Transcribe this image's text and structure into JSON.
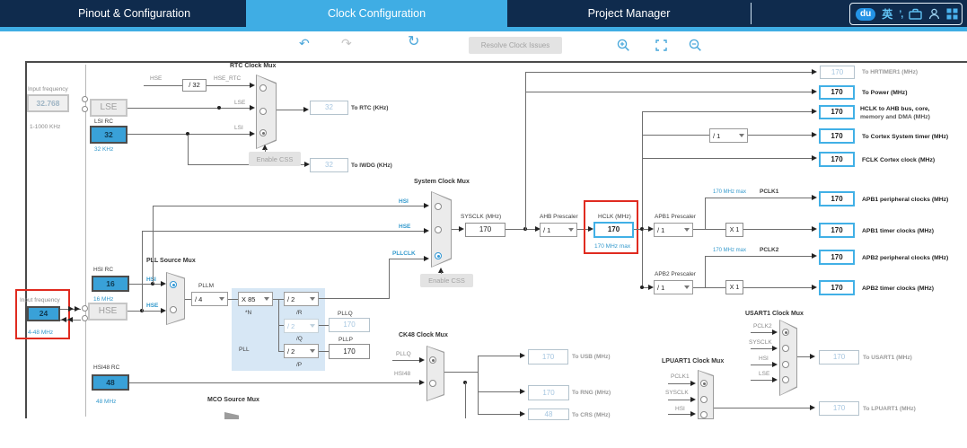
{
  "colors": {
    "accent": "#3FADE4",
    "navy": "#0F2B4D",
    "osc_blue": "#39A1D8",
    "highlight_red": "#E02B20",
    "disabled_value": "#A6C6E0",
    "note_blue": "#3399CC"
  },
  "header": {
    "tabs": [
      "Pinout & Configuration",
      "Clock Configuration",
      "Project Manager"
    ],
    "badge_du": "du",
    "badge_translate": "英",
    "badge_quote": "’,"
  },
  "toolbar": {
    "resolve": "Resolve Clock Issues"
  },
  "rtc": {
    "mux_title": "RTC Clock Mux",
    "input_freq_label": "Input frequency",
    "input_freq_value": "32.768",
    "input_freq_range": "1-1000 KHz",
    "lse": "LSE",
    "lsi_label": "LSI RC",
    "lsi_value": "32",
    "lsi_freq": "32 KHz",
    "hse_label": "HSE",
    "hse_div": "/ 32",
    "in_hse_rtc": "HSE_RTC",
    "in_lse": "LSE",
    "in_lsi": "LSI",
    "enable_css": "Enable CSS",
    "to_rtc_value": "32",
    "to_rtc_label": "To RTC (KHz)",
    "to_iwdg_value": "32",
    "to_iwdg_label": "To IWDG (KHz)"
  },
  "pll": {
    "mux_title": "PLL Source Mux",
    "hsi_rc_label": "HSI RC",
    "hsi_rc_value": "16",
    "hsi_rc_freq": "16 MHz",
    "input_freq_label": "Input frequency",
    "input_freq_value": "24",
    "input_freq_range": "4-48 MHz",
    "hse": "HSE",
    "in_hsi": "HSI",
    "in_hse": "HSE",
    "pllm_label": "PLLM",
    "pllm": "/ 4",
    "n": "X 85",
    "n_label": "*N",
    "r": "/ 2",
    "r_label": "/R",
    "q": "/ 2",
    "q_label": "/Q",
    "p": "/ 2",
    "p_label": "/P",
    "pllq_label": "PLLQ",
    "pllq": "170",
    "pllp_label": "PLLP",
    "pllp": "170",
    "pll": "PLL"
  },
  "hsi48": {
    "label": "HSI48 RC",
    "value": "48",
    "freq": "48 MHz"
  },
  "mco": {
    "mux_title": "MCO Source Mux"
  },
  "sys": {
    "mux_title": "System Clock Mux",
    "in_hsi": "HSI",
    "in_hse": "HSE",
    "in_pllclk": "PLLCLK",
    "enable_css": "Enable CSS",
    "sysclk_label": "SYSCLK (MHz)",
    "sysclk": "170",
    "ahb_label": "AHB Prescaler",
    "ahb": "/ 1",
    "hclk_label": "HCLK (MHz)",
    "hclk": "170",
    "hclk_note": "170 MHz max"
  },
  "out": {
    "hrtimer_v": "170",
    "hrtimer_l": "To HRTIMER1 (MHz)",
    "power_v": "170",
    "power_l": "To Power (MHz)",
    "ahbbus_v": "170",
    "ahbbus_l1": "HCLK to AHB bus, core,",
    "ahbbus_l2": "memory and DMA (MHz)",
    "cortex_div": "/ 1",
    "cortex_v": "170",
    "cortex_l": "To Cortex System timer (MHz)",
    "fclk_v": "170",
    "fclk_l": "FCLK Cortex clock (MHz)"
  },
  "apb": {
    "note1": "170 MHz max",
    "pclk1": "PCLK1",
    "p1_v": "170",
    "p1_l": "APB1 peripheral clocks (MHz)",
    "presc1_label": "APB1 Prescaler",
    "presc1": "/ 1",
    "mult1": "X 1",
    "t1_v": "170",
    "t1_l": "APB1 timer clocks (MHz)",
    "note2": "170 MHz max",
    "pclk2": "PCLK2",
    "p2_v": "170",
    "p2_l": "APB2 peripheral clocks (MHz)",
    "presc2_label": "APB2 Prescaler",
    "presc2": "/ 1",
    "mult2": "X 1",
    "t2_v": "170",
    "t2_l": "APB2 timer clocks (MHz)"
  },
  "ck48": {
    "mux_title": "CK48 Clock Mux",
    "in_pllq": "PLLQ",
    "in_hsi48": "HSI48",
    "usb_v": "170",
    "usb_l": "To USB (MHz)",
    "rng_v": "170",
    "rng_l": "To RNG (MHz)",
    "crs_v": "48",
    "crs_l": "To CRS (MHz)"
  },
  "usart1": {
    "mux_title": "USART1 Clock Mux",
    "in1": "PCLK2",
    "in2": "SYSCLK",
    "in3": "HSI",
    "in4": "LSE",
    "out_v": "170",
    "out_l": "To USART1 (MHz)"
  },
  "lpuart1": {
    "mux_title": "LPUART1 Clock Mux",
    "in1": "PCLK1",
    "in2": "SYSCLK",
    "in3": "HSI",
    "out_v": "170",
    "out_l": "To LPUART1 (MHz)"
  }
}
